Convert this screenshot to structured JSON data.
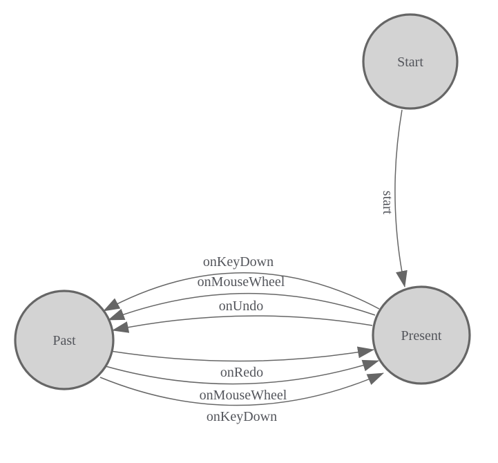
{
  "diagram": {
    "type": "state-machine",
    "background": "#ffffff",
    "colors": {
      "node_fill": "#d3d3d3",
      "node_border": "#666666",
      "edge": "#666666",
      "label_text": "#53555b"
    },
    "nodes": [
      {
        "id": "start",
        "label": "Start"
      },
      {
        "id": "present",
        "label": "Present"
      },
      {
        "id": "past",
        "label": "Past"
      }
    ],
    "edges": [
      {
        "from": "Start",
        "to": "Present",
        "label": "start"
      },
      {
        "from": "Present",
        "to": "Past",
        "label": "onKeyDown"
      },
      {
        "from": "Present",
        "to": "Past",
        "label": "onMouseWheel"
      },
      {
        "from": "Present",
        "to": "Past",
        "label": "onUndo"
      },
      {
        "from": "Past",
        "to": "Present",
        "label": "onRedo"
      },
      {
        "from": "Past",
        "to": "Present",
        "label": "onMouseWheel"
      },
      {
        "from": "Past",
        "to": "Present",
        "label": "onKeyDown"
      }
    ],
    "icons": {
      "arrowhead": "filled-triangle"
    }
  }
}
